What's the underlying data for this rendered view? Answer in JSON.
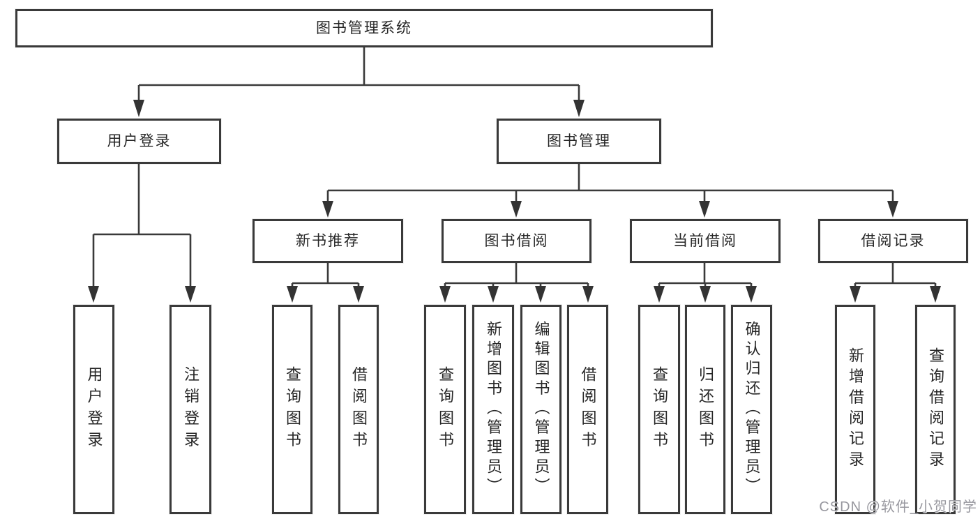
{
  "tree": {
    "root": {
      "label": "图书管理系统"
    },
    "user_login": {
      "label": "用户登录",
      "children": [
        {
          "label": "用户登录"
        },
        {
          "label": "注销登录"
        }
      ]
    },
    "book_mgmt": {
      "label": "图书管理",
      "sections": [
        {
          "label": "新书推荐",
          "children": [
            {
              "label": "查询图书"
            },
            {
              "label": "借阅图书"
            }
          ]
        },
        {
          "label": "图书借阅",
          "children": [
            {
              "label": "查询图书"
            },
            {
              "label": "新增图书（管理员）"
            },
            {
              "label": "编辑图书（管理员）"
            },
            {
              "label": "借阅图书"
            }
          ]
        },
        {
          "label": "当前借阅",
          "children": [
            {
              "label": "查询图书"
            },
            {
              "label": "归还图书"
            },
            {
              "label": "确认归还（管理员）"
            }
          ]
        },
        {
          "label": "借阅记录",
          "children": [
            {
              "label": "新增借阅记录"
            },
            {
              "label": "查询借阅记录"
            }
          ]
        }
      ]
    }
  },
  "watermark": {
    "text": "CSDN @软件_小贺同学"
  },
  "colors": {
    "line": "#3a3a3a",
    "box_border": "#3a3a3a",
    "text": "#262626",
    "background": "#ffffff",
    "watermark": "#98989f"
  }
}
